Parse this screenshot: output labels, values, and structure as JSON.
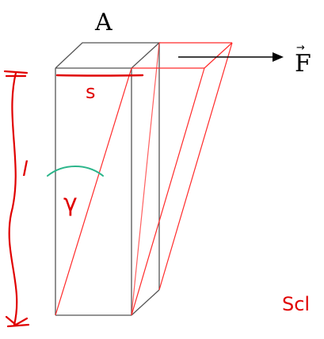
{
  "labels": {
    "area": "A",
    "force": "F",
    "force_arrow_accent": "→",
    "displacement": "s",
    "length": "l",
    "shear_angle": "γ",
    "corner_note": "Scl"
  },
  "colors": {
    "box_outline": "#555555",
    "sheared_outline": "#ff2a2a",
    "annotation_ink": "#e00000",
    "angle_arc": "#2bb58a",
    "force_arrow": "#000000",
    "background": "#ffffff"
  }
}
